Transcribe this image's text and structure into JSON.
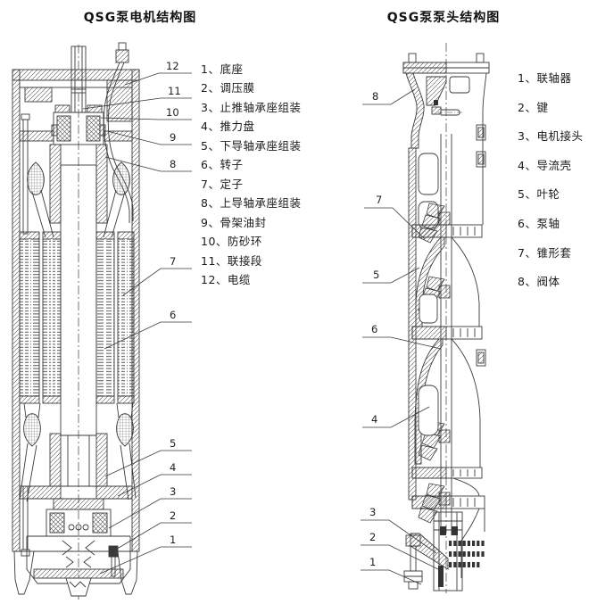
{
  "page": {
    "background": "#ffffff",
    "line_color": "#3a3a3a"
  },
  "left_panel": {
    "title": "QSG泵电机结构图",
    "parts": [
      "1、底座",
      "2、调压膜",
      "3、止推轴承座组装",
      "4、推力盘",
      "5、下导轴承座组装",
      "6、转子",
      "7、定子",
      "8、上导轴承座组装",
      "9、骨架油封",
      "10、防砂环",
      "11、联接段",
      "12、电缆"
    ],
    "callouts": [
      "12",
      "11",
      "10",
      "9",
      "8",
      "7",
      "6",
      "5",
      "4",
      "3",
      "2",
      "1"
    ]
  },
  "right_panel": {
    "title": "QSG泵泵头结构图",
    "parts": [
      "1、联轴器",
      "2、键",
      "3、电机接头",
      "4、导流壳",
      "5、叶轮",
      "6、泵轴",
      "7、锥形套",
      "8、阀体"
    ],
    "callouts": [
      "8",
      "7",
      "5",
      "6",
      "4",
      "3",
      "2",
      "1"
    ]
  }
}
